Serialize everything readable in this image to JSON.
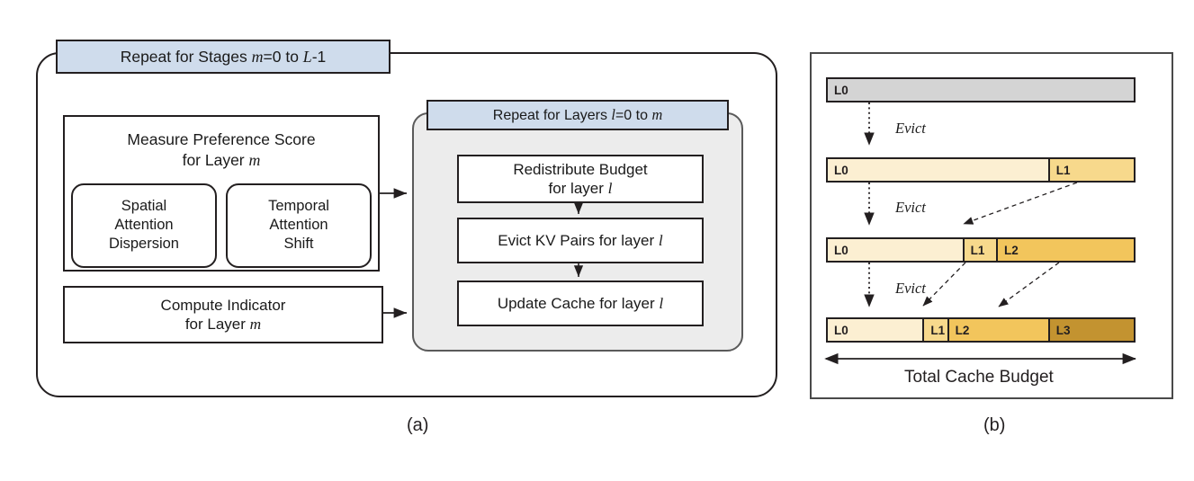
{
  "figure": {
    "caption_a": "(a)",
    "caption_b": "(b)"
  },
  "panel_a": {
    "stage_loop_header": "Repeat for Stages m=0 to L-1",
    "layer_loop_header": "Repeat for Layers l=0 to m",
    "measure_box": {
      "title_line1": "Measure Preference Score",
      "title_line2": "for Layer m",
      "sub_boxes": [
        {
          "line1": "Spatial",
          "line2": "Attention",
          "line3": "Dispersion"
        },
        {
          "line1": "Temporal",
          "line2": "Attention",
          "line3": "Shift"
        }
      ]
    },
    "indicator_box": {
      "line1": "Compute Indicator",
      "line2": "for Layer m"
    },
    "steps": [
      {
        "line1": "Redistribute Budget",
        "line2": "for layer l"
      },
      {
        "line1": "Evict KV Pairs for layer l",
        "line2": ""
      },
      {
        "line1": "Update Cache for layer l",
        "line2": ""
      }
    ],
    "colors": {
      "header_fill": "#cfdcec",
      "loop_panel_fill": "#ececec",
      "outline": "#231f20"
    }
  },
  "panel_b": {
    "total_label": "Total Cache Budget",
    "evict_labels": [
      "Evict",
      "Evict",
      "Evict"
    ],
    "rows": [
      {
        "segments": [
          {
            "label": "L0",
            "pct": 100,
            "color": "#d4d4d4"
          }
        ]
      },
      {
        "segments": [
          {
            "label": "L0",
            "pct": 72,
            "color": "#fcefd2"
          },
          {
            "label": "L1",
            "pct": 28,
            "color": "#f7d98c"
          }
        ]
      },
      {
        "segments": [
          {
            "label": "L0",
            "pct": 44,
            "color": "#fcefd2"
          },
          {
            "label": "L1",
            "pct": 11,
            "color": "#f7d98c"
          },
          {
            "label": "L2",
            "pct": 45,
            "color": "#f2c55c"
          }
        ]
      },
      {
        "segments": [
          {
            "label": "L0",
            "pct": 31,
            "color": "#fcefd2"
          },
          {
            "label": "L1",
            "pct": 8,
            "color": "#f7d98c"
          },
          {
            "label": "L2",
            "pct": 33,
            "color": "#f2c55c"
          },
          {
            "label": "L3",
            "pct": 28,
            "color": "#c39330"
          }
        ]
      }
    ],
    "colors": {
      "frame": "#4a4a4a",
      "outline": "#231f20"
    }
  }
}
